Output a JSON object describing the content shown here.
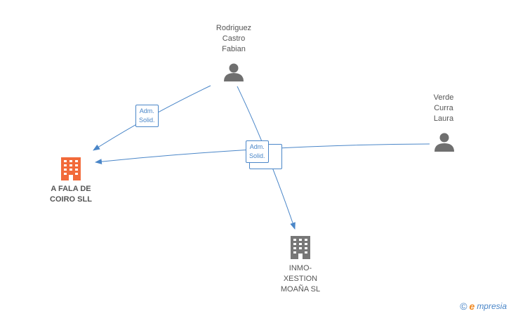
{
  "people": [
    {
      "id": "rodriguez",
      "lines": [
        "Rodriguez",
        "Castro",
        "Fabian"
      ]
    },
    {
      "id": "verde",
      "lines": [
        "Verde",
        "Curra",
        "Laura"
      ]
    }
  ],
  "companies": [
    {
      "id": "a-fala",
      "lines": [
        "A FALA DE",
        "COIRO SLL"
      ],
      "color": "#f26a3a"
    },
    {
      "id": "inmo",
      "lines": [
        "INMO-",
        "XESTION",
        "MOAÑA SL"
      ],
      "color": "#777777"
    }
  ],
  "edge_labels": [
    {
      "lines": [
        "Adm.",
        "Solid."
      ]
    },
    {
      "lines": [
        "Adm.",
        "Solid."
      ]
    }
  ],
  "colors": {
    "edge": "#4a86c8",
    "person_icon": "#6f6f6f"
  },
  "brand": {
    "copyright": "©",
    "e": "e",
    "name": "mpresia"
  }
}
